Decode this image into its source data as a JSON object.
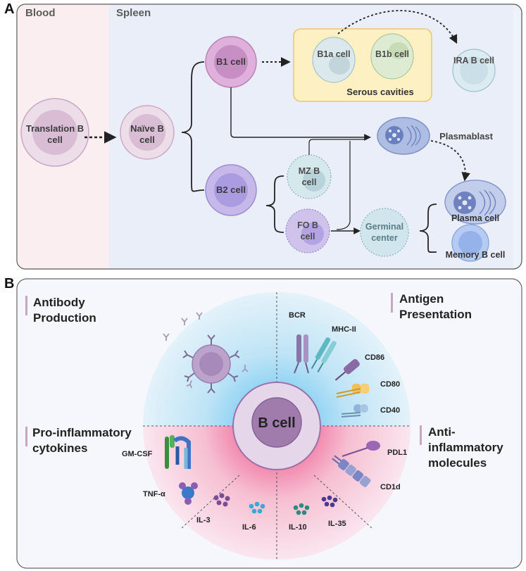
{
  "panel_a": {
    "letter": "A",
    "blood_title": "Blood",
    "spleen_title": "Spleen",
    "translation_b_cell": "Translation B cell",
    "naive_b_cell": "Naïve B cell",
    "b1_cell": "B1 cell",
    "b2_cell": "B2 cell",
    "b1a_cell": "B1a cell",
    "b1b_cell": "B1b cell",
    "serous_cavities": "Serous cavities",
    "ira_b_cell": "IRA B cell",
    "plasmablast": "Plasmablast",
    "mz_b_cell": "MZ B cell",
    "fo_b_cell": "FO B cell",
    "germinal_center": "Germinal center",
    "plasma_cell": "Plasma cell",
    "memory_b_cell": "Memory B cell"
  },
  "panel_b": {
    "letter": "B",
    "center": "B cell",
    "antibody_production": "Antibody Production",
    "antigen_presentation": "Antigen Presentation",
    "pro_inflammatory": "Pro-inflammatory cytokines",
    "anti_inflammatory": "Anti-inflammatory molecules",
    "bcr": "BCR",
    "mhc_ii": "MHC-II",
    "cd86": "CD86",
    "cd80": "CD80",
    "cd40": "CD40",
    "gm_csf": "GM-CSF",
    "tnf_alpha": "TNF-α",
    "il3": "IL-3",
    "il6": "IL-6",
    "il10": "IL-10",
    "il35": "IL-35",
    "pdl1": "PDL1",
    "cd1d": "CD1d"
  },
  "colors": {
    "blood_bg": "#fbeef0",
    "spleen_bg": "#e9eef8",
    "serous_bg": "#fdf0c2",
    "upper_half": "#cfeaf7",
    "lower_half": "#f8d6e3",
    "b_cell_nucleus": "#a07cac",
    "b_cell_body": "#e1d1e6"
  }
}
